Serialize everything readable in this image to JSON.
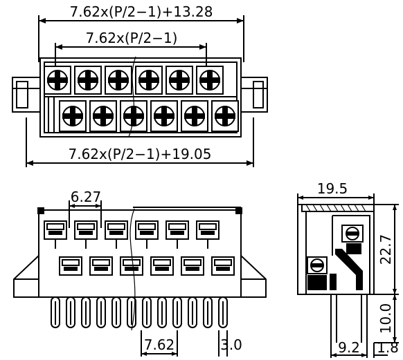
{
  "top_view": {
    "dim_top": "7.62x(P/2−1)+13.28",
    "dim_mid": "7.62x(P/2−1)",
    "dim_bottom": "7.62x(P/2−1)+19.05"
  },
  "front_view": {
    "dim_pitch_top": "6.27",
    "dim_pitch_bottom": "7.62",
    "dim_pin": "3.0"
  },
  "side_view": {
    "dim_width": "19.5",
    "dim_height": "22.7",
    "dim_pin_length": "10.0",
    "dim_pin_offset": "9.2",
    "dim_pin_thickness": "1.8"
  }
}
